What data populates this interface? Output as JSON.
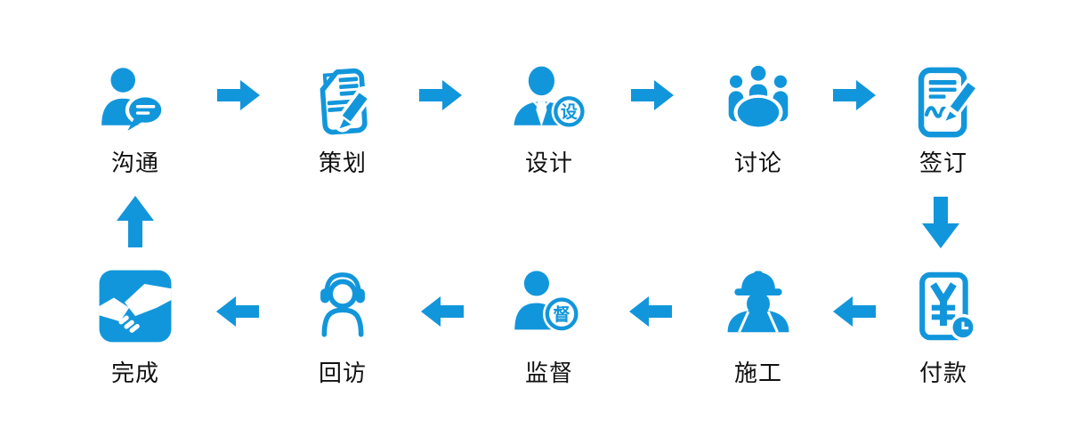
{
  "colors": {
    "accent": "#1296DB",
    "label_text": "#111111",
    "background": "#FFFFFF"
  },
  "flow": {
    "steps": [
      {
        "id": 1,
        "label": "沟通",
        "icon": "person-chat-icon"
      },
      {
        "id": 2,
        "label": "策划",
        "icon": "document-pencil-icon"
      },
      {
        "id": 3,
        "label": "设计",
        "icon": "designer-badge-icon",
        "badge_text": "设"
      },
      {
        "id": 4,
        "label": "讨论",
        "icon": "meeting-table-icon"
      },
      {
        "id": 5,
        "label": "签订",
        "icon": "contract-signing-icon"
      },
      {
        "id": 6,
        "label": "付款",
        "icon": "invoice-yuan-clock-icon",
        "symbol": "¥"
      },
      {
        "id": 7,
        "label": "施工",
        "icon": "construction-worker-icon"
      },
      {
        "id": 8,
        "label": "监督",
        "icon": "supervisor-badge-icon",
        "badge_text": "督"
      },
      {
        "id": 9,
        "label": "回访",
        "icon": "headset-person-icon"
      },
      {
        "id": 10,
        "label": "完成",
        "icon": "handshake-icon"
      }
    ],
    "connectors": {
      "top_row_direction": "right",
      "right_side_direction": "down",
      "bottom_row_direction": "left",
      "left_side_direction": "up"
    }
  }
}
